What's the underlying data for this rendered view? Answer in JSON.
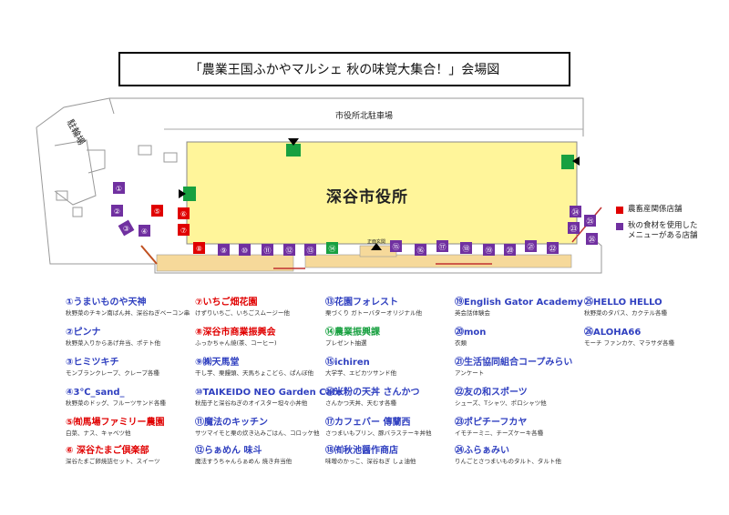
{
  "title": "「農業王国ふかやマルシェ 秋の味覚大集合！」会場図",
  "map": {
    "parking_label": "駐輪場",
    "north_lot_label": "市役所北駐車場",
    "hall_label": "深谷市役所",
    "door_label": "正面玄関",
    "booths_purple": [
      {
        "label": "①",
        "color": "#7030a0"
      },
      {
        "label": "②",
        "color": "#7030a0"
      },
      {
        "label": "③",
        "color": "#7030a0"
      },
      {
        "label": "④",
        "color": "#7030a0"
      },
      {
        "label": "⑨",
        "color": "#7030a0"
      },
      {
        "label": "⑩",
        "color": "#7030a0"
      },
      {
        "label": "⑪",
        "color": "#7030a0"
      },
      {
        "label": "⑫",
        "color": "#7030a0"
      },
      {
        "label": "⑬",
        "color": "#7030a0"
      },
      {
        "label": "⑮",
        "color": "#7030a0"
      },
      {
        "label": "⑯",
        "color": "#7030a0"
      },
      {
        "label": "⑰",
        "color": "#7030a0"
      },
      {
        "label": "⑱",
        "color": "#7030a0"
      },
      {
        "label": "⑲",
        "color": "#7030a0"
      },
      {
        "label": "⑳",
        "color": "#7030a0"
      },
      {
        "label": "㉑",
        "color": "#7030a0"
      },
      {
        "label": "㉒",
        "color": "#7030a0"
      },
      {
        "label": "㉓",
        "color": "#7030a0"
      },
      {
        "label": "㉔",
        "color": "#7030a0"
      },
      {
        "label": "㉕",
        "color": "#7030a0"
      },
      {
        "label": "㉖",
        "color": "#7030a0"
      }
    ],
    "booths_red": [
      {
        "label": "⑤",
        "color": "#e00000"
      },
      {
        "label": "⑥",
        "color": "#e00000"
      },
      {
        "label": "⑦",
        "color": "#e00000"
      },
      {
        "label": "⑧",
        "color": "#e00000"
      }
    ],
    "booths_green": [
      {
        "label": "⑭",
        "color": "#18a040"
      }
    ]
  },
  "legend": {
    "red_label": "農畜産関係店舗",
    "red_color": "#e00000",
    "purple_label_1": "秋の食材を使用した",
    "purple_label_2": "メニューがある店舗",
    "purple_color": "#7030a0"
  },
  "vendors": [
    {
      "name": "①うまいものや天神",
      "desc": "秋野菜のチキン南ばん丼、深谷ねぎベーコン串",
      "color": "blue"
    },
    {
      "name": "②ピンナ",
      "desc": "秋野菜入りからあげ弁当、ポテト他",
      "color": "blue"
    },
    {
      "name": "③ヒミツキチ",
      "desc": "モンブランクレープ、クレープ各種",
      "color": "blue"
    },
    {
      "name": "④3℃_sand_",
      "desc": "秋野菜のドッグ、フルーツサンド各種",
      "color": "blue"
    },
    {
      "name": "⑤㈲馬場ファミリー農園",
      "desc": "白菜、ナス、キャベツ他",
      "color": "red"
    },
    {
      "name": "⑥ 深谷たまご倶楽部",
      "desc": "深谷たまご卵焼詰セット、スイーツ",
      "color": "red"
    },
    {
      "name": "⑦いちご畑花園",
      "desc": "けずりいちご、いちごスムージー他",
      "color": "red"
    },
    {
      "name": "⑧深谷市商業振興会",
      "desc": "ふっかちゃん焼(茶、コーヒー)",
      "color": "red"
    },
    {
      "name": "⑨㈱天馬堂",
      "desc": "干し芋、栗饅頭、天馬ちょこどら、ぱんぼ他",
      "color": "blue"
    },
    {
      "name": "⑩TAIKEIDO NEO Garden Cafe",
      "desc": "秋茄子と深谷ねぎのオイスター坦々小丼他",
      "color": "blue"
    },
    {
      "name": "⑪魔法のキッチン",
      "desc": "サツマイモと栗の炊き込みごはん、コロッケ他",
      "color": "blue"
    },
    {
      "name": "⑫らぁめん 味斗",
      "desc": "魔法すうちゃんらぁめん 焼き弁当他",
      "color": "blue"
    },
    {
      "name": "⑬花園フォレスト",
      "desc": "栗づくり ガトーバターオリジナル他",
      "color": "blue"
    },
    {
      "name": "⑭農業振興課",
      "desc": "プレゼント抽選",
      "color": "green"
    },
    {
      "name": "⑮ichiren",
      "desc": "大学芋、エビカツサンド他",
      "color": "blue"
    },
    {
      "name": "⑯米粉の天丼 さんかつ",
      "desc": "さんかつ天丼、天むす各種",
      "color": "blue"
    },
    {
      "name": "⑰カフェバー 傳蘭西",
      "desc": "さつまいもプリン、豚バラステーキ丼他",
      "color": "blue"
    },
    {
      "name": "⑱㈲秋池醤作商店",
      "desc": "味噌のかっこ、深谷ねぎ しょ油他",
      "color": "blue"
    },
    {
      "name": "⑲English Gator Academy",
      "desc": "英会話体験会",
      "color": "blue"
    },
    {
      "name": "⑳mon",
      "desc": "衣類",
      "color": "blue"
    },
    {
      "name": "㉑生活協同組合コープみらい",
      "desc": "アンケート",
      "color": "blue"
    },
    {
      "name": "㉒友の和スポーツ",
      "desc": "シューズ、Tシャツ、ポロシャツ他",
      "color": "blue"
    },
    {
      "name": "㉓ポピチーフカヤ",
      "desc": "イモチーミニ、チーズケーキ各種",
      "color": "blue"
    },
    {
      "name": "㉔ふらぁみい",
      "desc": "りんごとさつまいものタルト、タルト他",
      "color": "blue"
    },
    {
      "name": "㉕HELLO HELLO",
      "desc": "秋野菜のタパス、カクテル各種",
      "color": "blue"
    },
    {
      "name": "㉖ALOHA66",
      "desc": "モーチ ファンカケ、マラサダ各種",
      "color": "blue"
    }
  ]
}
